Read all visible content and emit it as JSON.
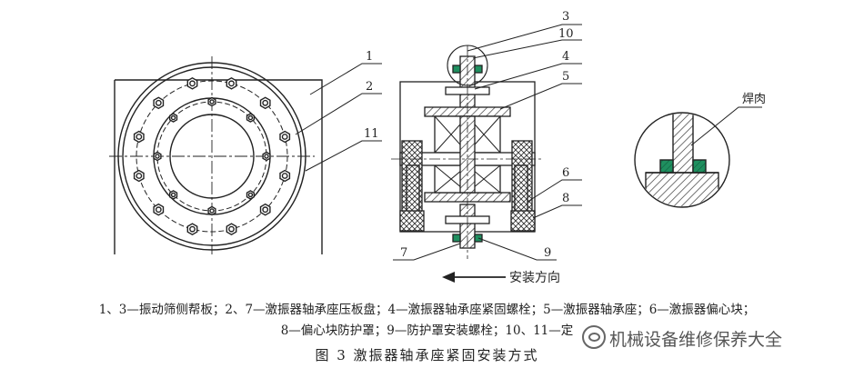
{
  "figure": {
    "callouts": {
      "c1": "1",
      "c2": "2",
      "c11": "11",
      "c3": "3",
      "c10": "10",
      "c4": "4",
      "c5": "5",
      "c6": "6",
      "c8": "8",
      "c7": "7",
      "c9": "9"
    },
    "direction_label": "安装方向",
    "weld_label": "焊肉",
    "legend_line1": "1、3—振动筛侧帮板；2、7—激振器轴承座压板盘；4—激振器轴承座紧固螺栓；5—激振器轴承座；6—激振器偏心块；",
    "legend_line2": "8—偏心块防护罩；9—防护罩安装螺栓；10、11—定",
    "caption": "图 3    激振器轴承座紧固安装方式",
    "watermark": "机械设备维修保养大全"
  },
  "colors": {
    "line": "#222222",
    "hatch": "#5a4a3a",
    "weld_fill": "#1f8f5f"
  },
  "icons": {
    "watermark_icon": "wechat-icon"
  }
}
